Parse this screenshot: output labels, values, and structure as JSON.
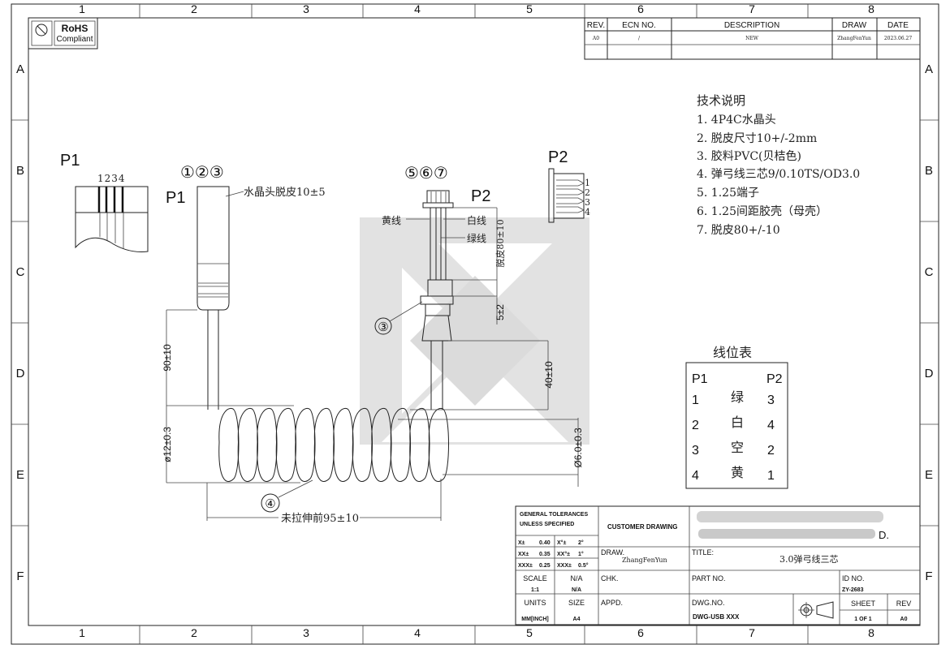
{
  "frame": {
    "columns": [
      "1",
      "2",
      "3",
      "4",
      "5",
      "6",
      "7",
      "8"
    ],
    "rows": [
      "A",
      "B",
      "C",
      "D",
      "E",
      "F"
    ]
  },
  "rohs": {
    "title": "RoHS",
    "subtitle": "Compliant"
  },
  "revision_table": {
    "headers": [
      "REV.",
      "ECN NO.",
      "DESCRIPTION",
      "DRAW",
      "DATE"
    ],
    "rows": [
      [
        "A0",
        "/",
        "NEW",
        "ZhangFenYun",
        "2023.06.27"
      ]
    ]
  },
  "notes": {
    "title": "技术说明",
    "items": [
      "1. 4P4C水晶头",
      "2. 脱皮尺寸10+/-2mm",
      "3. 胶料PVC(贝桔色)",
      "4. 弹弓线三芯9/0.10TS/OD3.0",
      "5. 1.25端子",
      "6. 1.25间距胶壳（母壳）",
      "7. 脱皮80+/-10"
    ]
  },
  "drawing": {
    "p1_label": "P1",
    "p1_pins": "1234",
    "p1_callouts": "①②③",
    "p1_note": "水晶头脱皮10±5",
    "p2_label": "P2",
    "p2_callouts": "⑤⑥⑦",
    "p2_pins": [
      "1",
      "2",
      "3",
      "4"
    ],
    "wire_yellow": "黄线",
    "wire_white": "白线",
    "wire_green": "绿线",
    "dim_strip_p2": "脱皮80±10",
    "dim_5": "5±2",
    "callout_3": "③",
    "callout_4": "④",
    "dim_90": "90±10",
    "dim_dia12": "ø12±0.3",
    "dim_40": "40±10",
    "dim_dia6": "Ø6.0±0.3",
    "dim_95": "未拉伸前95±10"
  },
  "wire_table": {
    "title": "线位表",
    "headers": [
      "P1",
      "",
      "P2"
    ],
    "rows": [
      [
        "1",
        "绿",
        "3"
      ],
      [
        "2",
        "白",
        "4"
      ],
      [
        "3",
        "空",
        "2"
      ],
      [
        "4",
        "黄",
        "1"
      ]
    ]
  },
  "title_block": {
    "tolerances_title": "GENERAL TOLERANCES",
    "tolerances_sub": "UNLESS SPECIFIED",
    "tol": [
      [
        "X±",
        "0.40",
        "X°±",
        "2°"
      ],
      [
        "XX±",
        "0.35",
        "XX°±",
        "1°"
      ],
      [
        "XXX±",
        "0.25",
        "XXX±",
        "0.5°"
      ]
    ],
    "customer_drawing": "CUSTOMER DRAWING",
    "company_suffix": "D.",
    "draw_label": "DRAW.",
    "draw_value": "ZhangFenYun",
    "title_label": "TITLE:",
    "title_value": "3.0弹弓线三芯",
    "scale_label": "SCALE",
    "scale_value": "1:1",
    "na_label": "N/A",
    "na_value": "N/A",
    "chk_label": "CHK.",
    "part_no_label": "PART NO.",
    "id_no_label": "ID NO.",
    "id_no_value": "ZY-2683",
    "units_label": "UNITS",
    "units_value": "MM[INCH]",
    "size_label": "SIZE",
    "size_value": "A4",
    "appd_label": "APPD.",
    "dwg_no_label": "DWG.NO.",
    "dwg_no_value": "DWG-USB XXX",
    "sheet_label": "SHEET",
    "sheet_value": "1 OF 1",
    "rev_label": "REV",
    "rev_value": "A0"
  }
}
